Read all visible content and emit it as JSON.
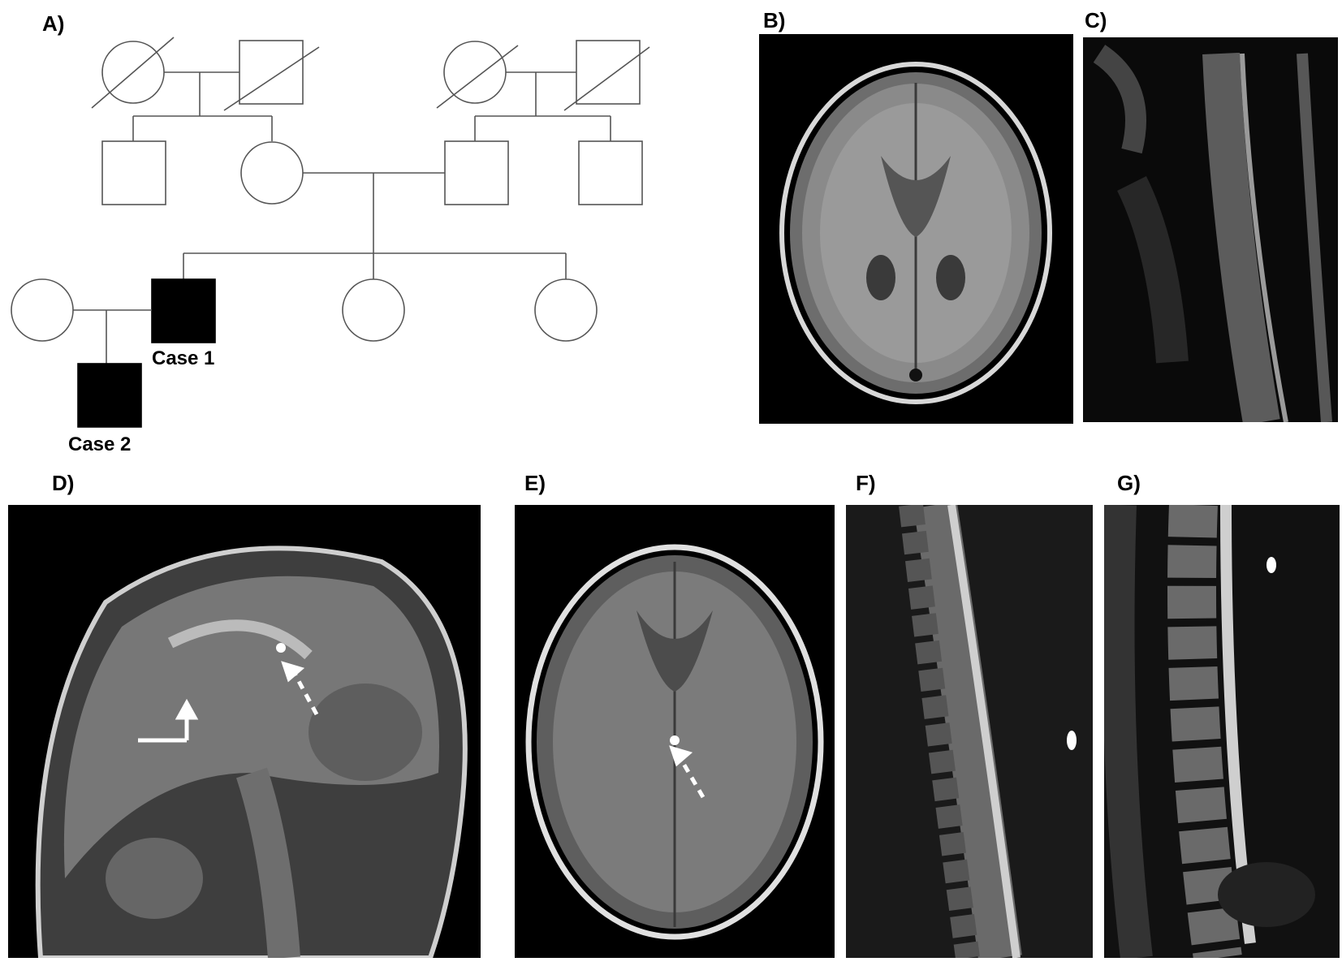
{
  "figure": {
    "panels": {
      "a": "A)",
      "b": "B)",
      "c": "C)",
      "d": "D)",
      "e": "E)",
      "f": "F)",
      "g": "G)"
    },
    "pedigree": {
      "case1_label": "Case 1",
      "case2_label": "Case 2"
    }
  }
}
